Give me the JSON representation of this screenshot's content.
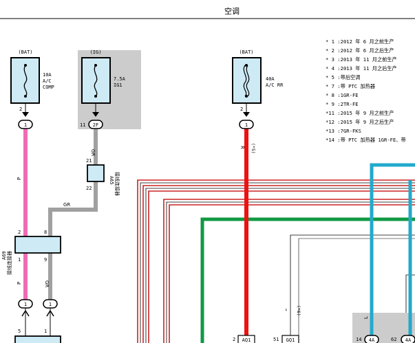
{
  "header": {
    "title": "空调"
  },
  "fuses": [
    {
      "supply": "(BAT)",
      "rating": "10A",
      "name_line1": "A/C",
      "name_line2": "COMP",
      "pin": "2",
      "connector": "1"
    },
    {
      "supply": "(IG)",
      "rating": "7.5A",
      "name_line1": "IG1",
      "name_line2": "",
      "pin": "11",
      "connector": "2F"
    },
    {
      "supply": "(BAT)",
      "rating": "40A",
      "name_line1": "A/C RR",
      "name_line2": "",
      "pin": "2",
      "connector": "1"
    }
  ],
  "wires": {
    "pink_color_code": "P",
    "gray_color_code": "GR",
    "gray_horizontal_code": "GR",
    "gray_lower_code": "GR",
    "red_color_code": "R",
    "red_note": "(*5)",
    "small_note": "(*6)",
    "blue_color_code": "L",
    "colors": {
      "pink": "#f06bb5",
      "gray": "#a0a0a0",
      "red": "#ee1111",
      "green": "#119944",
      "blue": "#22aacc",
      "dark_red": "#cc2222"
    }
  },
  "connectors": {
    "a65": {
      "id": "A65",
      "desc": "接线连接器",
      "pin_top": "21",
      "pin_bottom": "22"
    },
    "a69": {
      "id": "A69",
      "desc": "接线连接器",
      "pin_tl": "2",
      "pin_tr": "8",
      "pin_bl": "1",
      "pin_br": "9"
    },
    "lower_left": {
      "conn_a": "1",
      "conn_b": "1",
      "pin_a": "5",
      "pin_b": "1"
    }
  },
  "bottom_labels": {
    "aq_pin": "2",
    "aq_name": "AQ1",
    "gq_pin": "51",
    "gq_name": "GQ1",
    "c4a1_pin": "14",
    "c4a1_name": "4A",
    "c4a2_pin": "62",
    "c4a2_name": "4A"
  },
  "notes": [
    "* 1 :2012 年 6 月之前生产",
    "* 2 :2012 年 6 月之后生产",
    "* 3 :2013 年 11 月之前生产",
    "* 4 :2013 年 11 月之后生产",
    "* 5 :带后空调",
    "* 7 :带 PTC 加热器",
    "* 8 :1GR-FE",
    "* 9 :2TR-FE",
    "*11 :2015 年 9 月之前生产",
    "*12 :2015 年 9 月之后生产",
    "*13 :7GR-FKS",
    "*14 :带 PTC 加热器 1GR-FE、带"
  ]
}
